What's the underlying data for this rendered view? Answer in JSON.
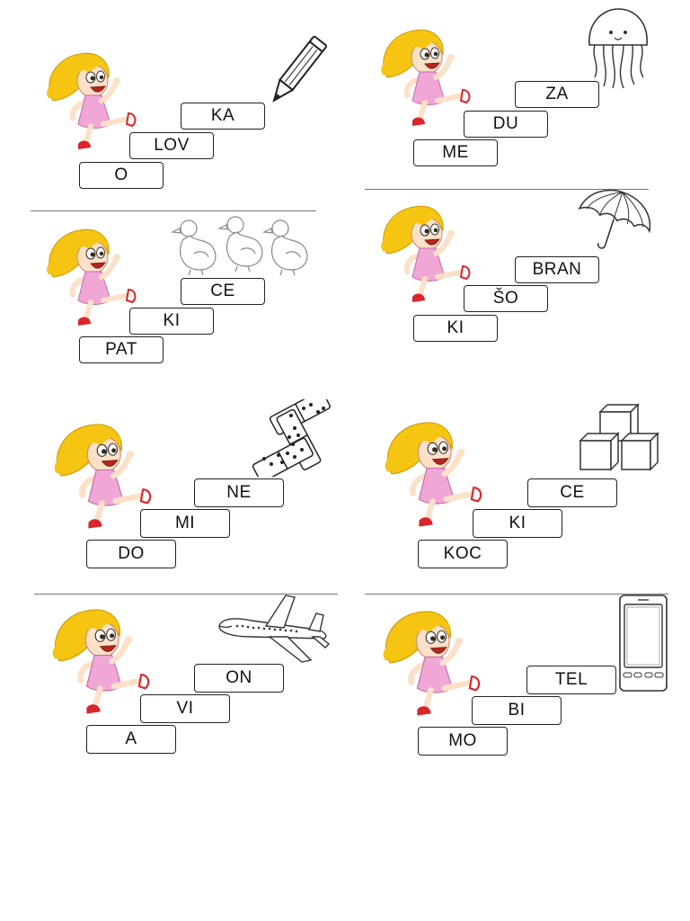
{
  "worksheet": {
    "exercises": [
      {
        "syllables": [
          "O",
          "LOV",
          "KA"
        ],
        "picture": "pencil-icon"
      },
      {
        "syllables": [
          "ME",
          "DU",
          "ZA"
        ],
        "picture": "jellyfish-icon"
      },
      {
        "syllables": [
          "PAT",
          "KI",
          "CE"
        ],
        "picture": "ducklings-icon"
      },
      {
        "syllables": [
          "KI",
          "ŠO",
          "BRAN"
        ],
        "picture": "umbrella-icon"
      },
      {
        "syllables": [
          "DO",
          "MI",
          "NE"
        ],
        "picture": "dominoes-icon"
      },
      {
        "syllables": [
          "KOC",
          "KI",
          "CE"
        ],
        "picture": "cubes-icon"
      },
      {
        "syllables": [
          "A",
          "VI",
          "ON"
        ],
        "picture": "airplane-icon"
      },
      {
        "syllables": [
          "MO",
          "BI",
          "TEL"
        ],
        "picture": "mobile-phone-icon"
      }
    ]
  }
}
